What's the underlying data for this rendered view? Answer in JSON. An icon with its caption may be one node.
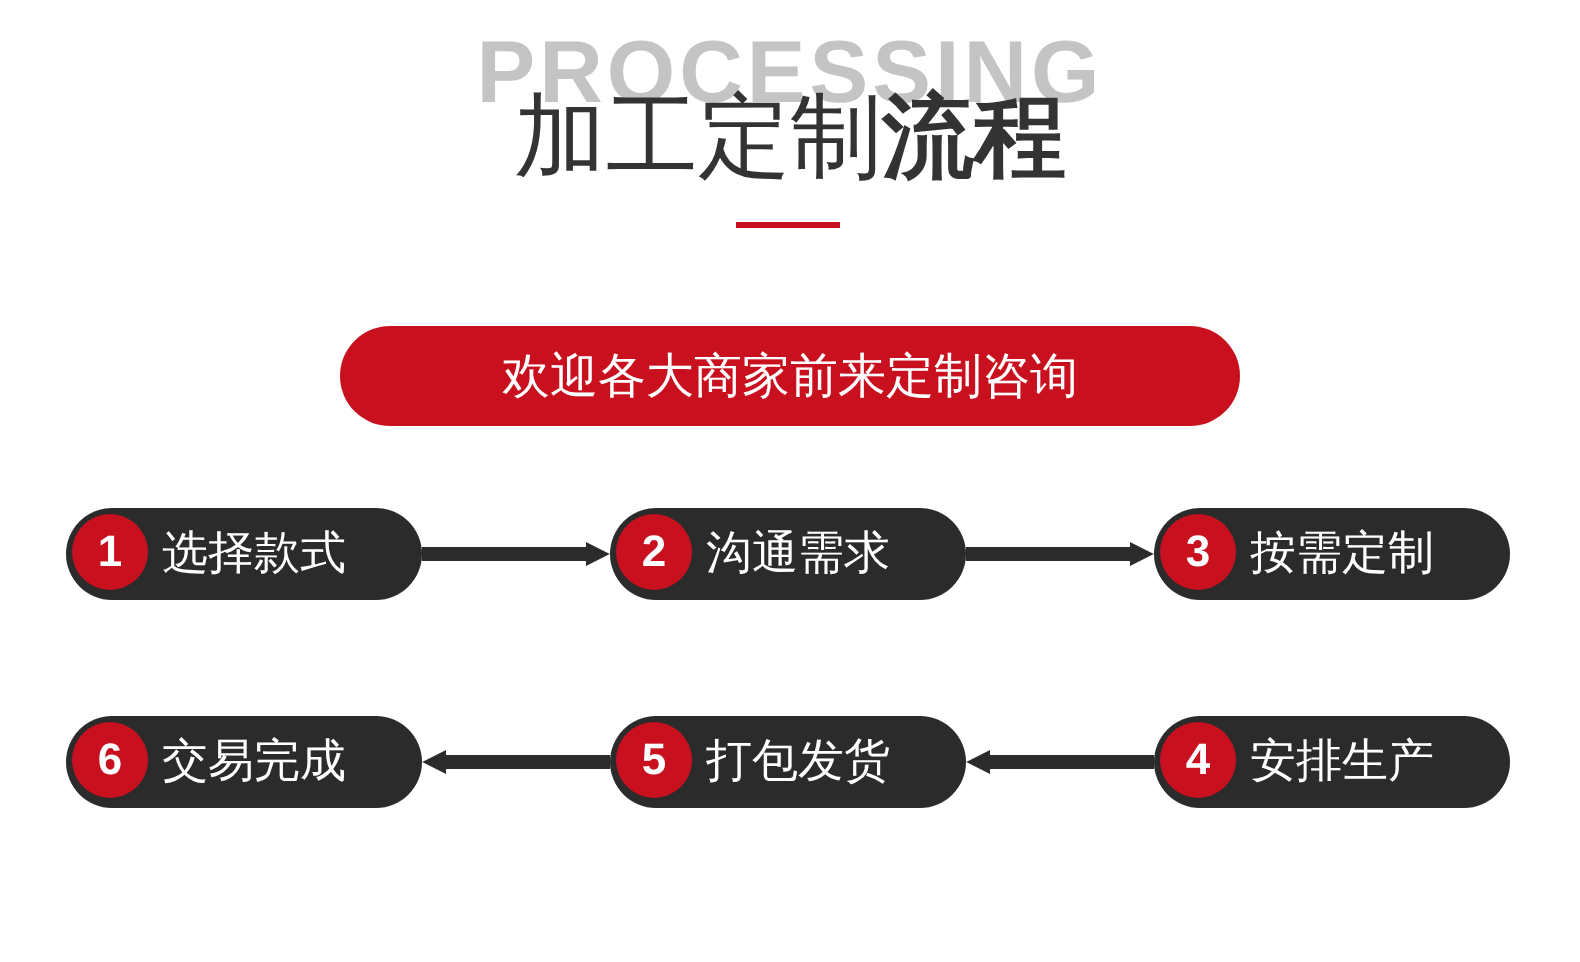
{
  "diagram": {
    "title": "加工定制**流程**",
    "nodes": [
      {
        "text": [
          "欢迎各大商家前来定制咨询"
        ]
      },
      {
        "text": [
          "1",
          "选择款式"
        ]
      },
      {
        "text": [
          "2",
          "沟通需求"
        ]
      },
      {
        "text": [
          "3",
          "按需定制"
        ]
      },
      {
        "text": [
          "4",
          "安排生产"
        ]
      },
      {
        "text": [
          "5",
          "打包发货"
        ]
      },
      {
        "text": [
          "6",
          "交易完成"
        ]
      }
    ],
    "edges": [
      {
        "from": 1,
        "to": 2,
        "arrow": "to"
      },
      {
        "from": 2,
        "to": 3,
        "arrow": "to"
      },
      {
        "from": 4,
        "to": 5,
        "arrow": "to"
      },
      {
        "from": 5,
        "to": 6,
        "arrow": "to"
      }
    ],
    "labels": [
      "PROCESSING"
    ]
  }
}
